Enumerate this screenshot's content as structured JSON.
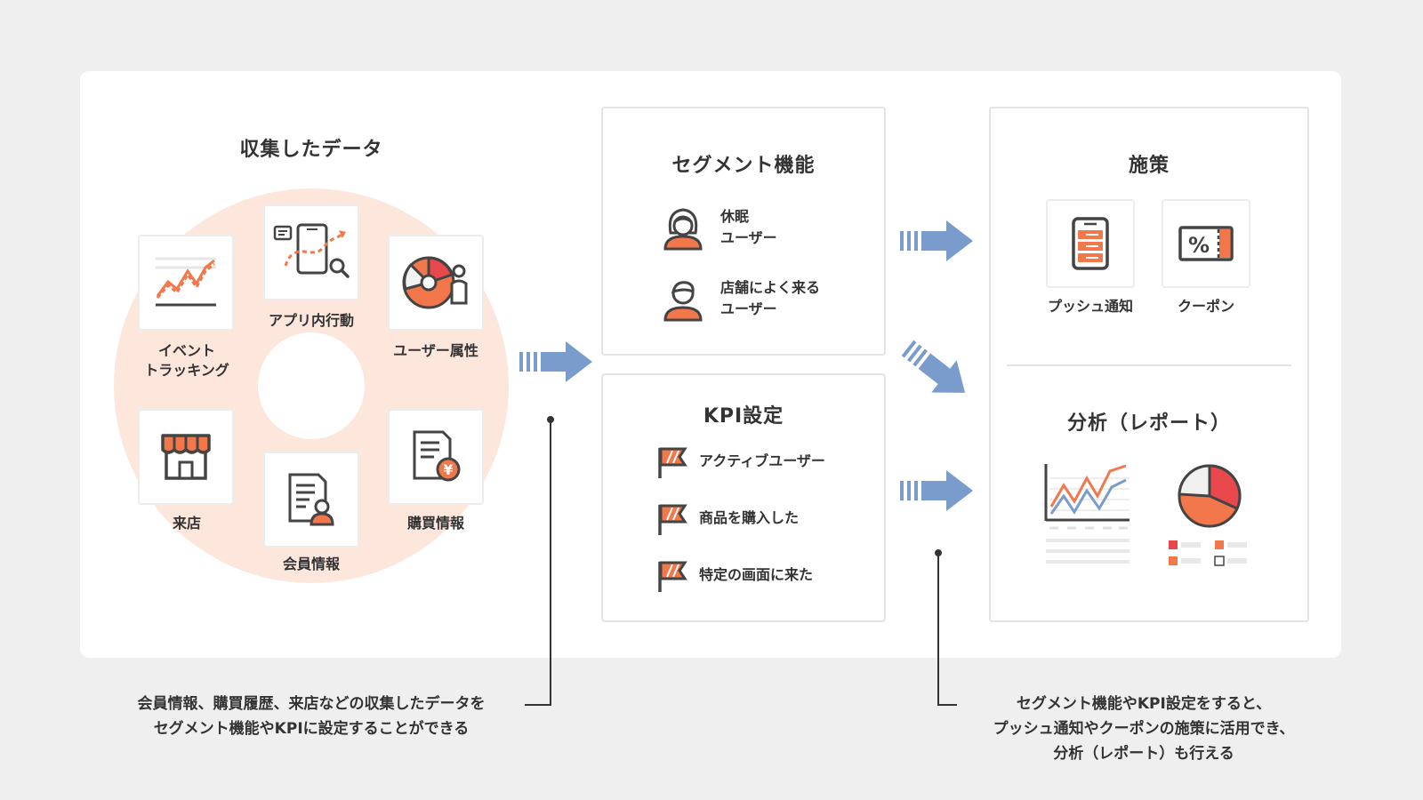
{
  "colors": {
    "accent": "#f2784b",
    "accent_red": "#e8474c",
    "blob": "#fde6dc",
    "arrow": "#7a9ccc",
    "text": "#333333"
  },
  "collected": {
    "title": "収集したデータ",
    "items": [
      {
        "label": "イベント\nトラッキング",
        "icon": "line-chart-icon"
      },
      {
        "label": "アプリ内行動",
        "icon": "smartphone-search-icon"
      },
      {
        "label": "ユーザー属性",
        "icon": "pie-user-icon"
      },
      {
        "label": "来店",
        "icon": "store-icon"
      },
      {
        "label": "会員情報",
        "icon": "member-document-icon"
      },
      {
        "label": "購買情報",
        "icon": "receipt-yen-icon"
      }
    ]
  },
  "segment": {
    "title": "セグメント機能",
    "items": [
      {
        "label": "休眠\nユーザー",
        "icon": "woman-user-icon"
      },
      {
        "label": "店舗によく来る\nユーザー",
        "icon": "man-user-icon"
      }
    ]
  },
  "kpi": {
    "title": "KPI設定",
    "items": [
      {
        "label": "アクティブユーザー",
        "icon": "flag-icon"
      },
      {
        "label": "商品を購入した",
        "icon": "flag-icon"
      },
      {
        "label": "特定の画面に来た",
        "icon": "flag-icon"
      }
    ]
  },
  "measures": {
    "title": "施策",
    "items": [
      {
        "label": "プッシュ通知",
        "icon": "push-notification-icon"
      },
      {
        "label": "クーポン",
        "icon": "coupon-icon"
      }
    ]
  },
  "analysis": {
    "title": "分析（レポート）",
    "items": [
      {
        "icon": "report-line-chart-icon"
      },
      {
        "icon": "report-pie-chart-icon"
      }
    ]
  },
  "captions": {
    "left": "会員情報、購買履歴、来店などの収集したデータを\nセグメント機能やKPIに設定することができる",
    "right": "セグメント機能やKPI設定をすると、\nプッシュ通知やクーポンの施策に活用でき、\n分析（レポート）も行える"
  }
}
